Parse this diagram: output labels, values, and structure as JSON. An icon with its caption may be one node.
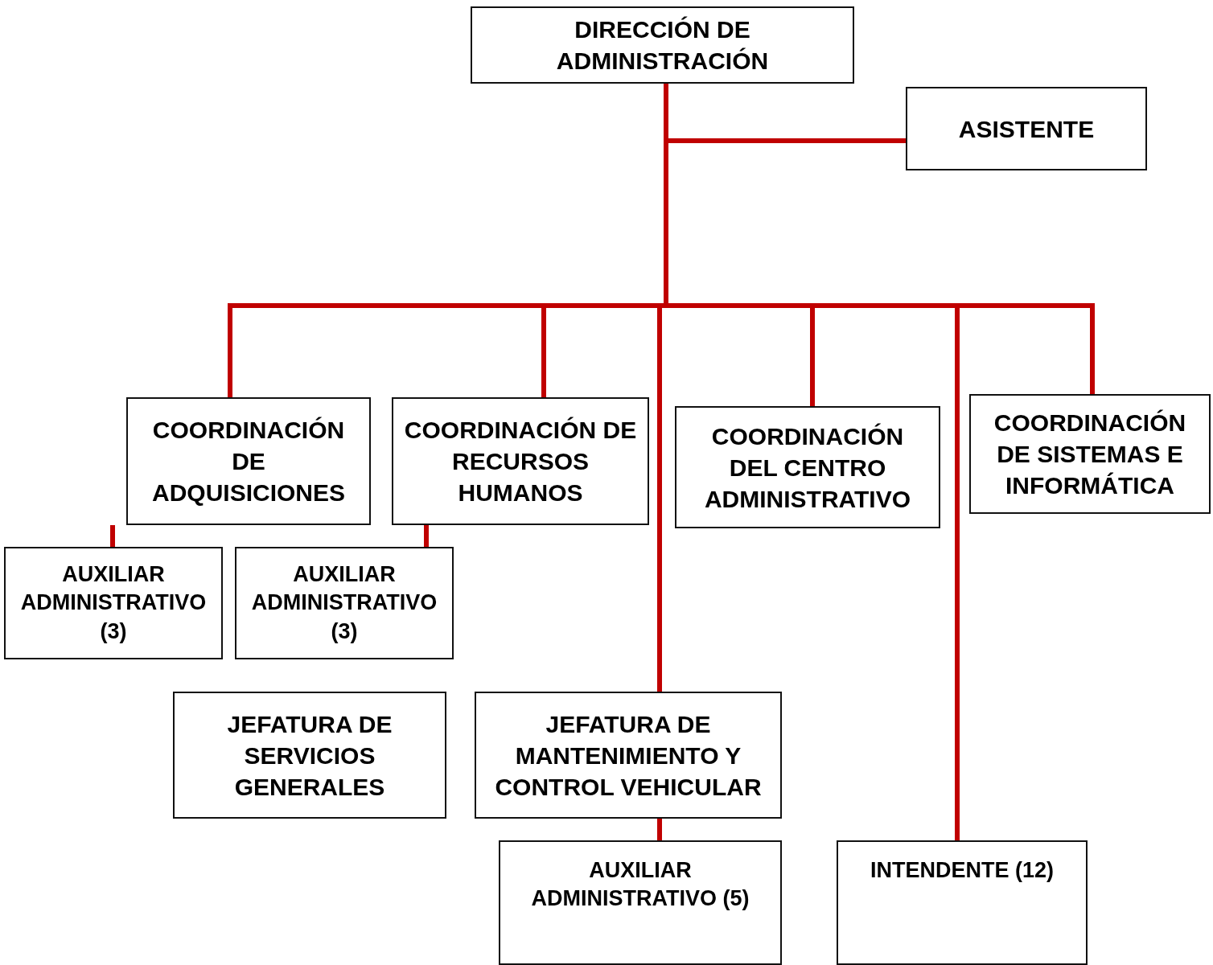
{
  "diagram": {
    "nodes": [
      {
        "text": [
          "DIRECCIÓN DE ADMINISTRACIÓN"
        ]
      },
      {
        "text": [
          "ASISTENTE"
        ]
      },
      {
        "text": [
          "COORDINACIÓN DE ADQUISICIONES"
        ]
      },
      {
        "text": [
          "COORDINACIÓN DE RECURSOS HUMANOS"
        ]
      },
      {
        "text": [
          "COORDINACIÓN DEL CENTRO ADMINISTRATIVO"
        ]
      },
      {
        "text": [
          "COORDINACIÓN DE SISTEMAS E INFORMÁTICA"
        ]
      },
      {
        "text": [
          "AUXILIAR ADMINISTRATIVO (3)"
        ]
      },
      {
        "text": [
          "AUXILIAR ADMINISTRATIVO (3)"
        ]
      },
      {
        "text": [
          "JEFATURA DE SERVICIOS GENERALES"
        ]
      },
      {
        "text": [
          "JEFATURA DE MANTENIMIENTO Y CONTROL VEHICULAR"
        ]
      },
      {
        "text": [
          "AUXILIAR ADMINISTRATIVO (5)"
        ]
      },
      {
        "text": [
          "INTENDENTE (12)"
        ]
      }
    ],
    "edges": [
      {
        "from": 0,
        "to": 1,
        "arrow": "none"
      },
      {
        "from": 0,
        "to": 2,
        "arrow": "none"
      },
      {
        "from": 0,
        "to": 3,
        "arrow": "none"
      },
      {
        "from": 0,
        "to": 9,
        "arrow": "none"
      },
      {
        "from": 0,
        "to": 4,
        "arrow": "none"
      },
      {
        "from": 0,
        "to": 11,
        "arrow": "none"
      },
      {
        "from": 0,
        "to": 5,
        "arrow": "none"
      },
      {
        "from": 2,
        "to": 6,
        "arrow": "none"
      },
      {
        "from": 3,
        "to": 7,
        "arrow": "none"
      },
      {
        "from": 9,
        "to": 10,
        "arrow": "none"
      }
    ]
  }
}
